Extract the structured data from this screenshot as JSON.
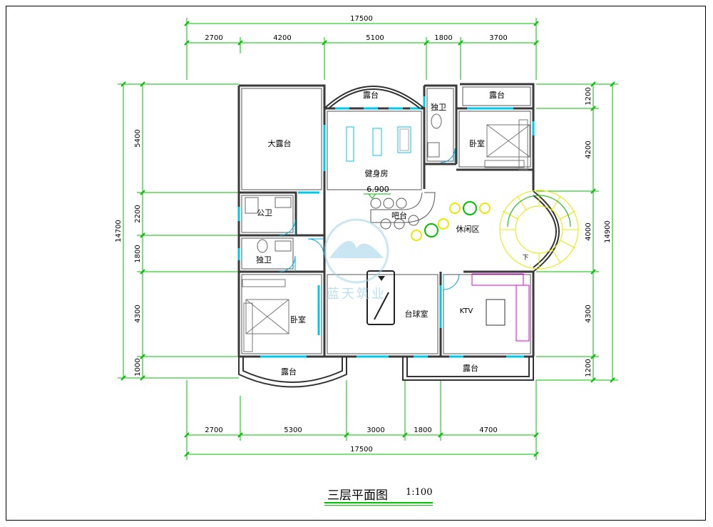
{
  "drawing": {
    "title": "三层平面图",
    "scale": "1:100",
    "elevation": "6.900",
    "watermark": "蓝天筑业"
  },
  "dimensions": {
    "top_total": "17500",
    "top_segments": [
      "2700",
      "4200",
      "5100",
      "1800",
      "3700"
    ],
    "bottom_total": "17500",
    "bottom_segments": [
      "2700",
      "5300",
      "3000",
      "1800",
      "4700"
    ],
    "left_total": "14700",
    "left_segments": [
      "5400",
      "2200",
      "1800",
      "4300",
      "1000"
    ],
    "right_total": "14900",
    "right_segments": [
      "1200",
      "4200",
      "4000",
      "4300",
      "1200"
    ]
  },
  "rooms": {
    "big_terrace": "大露台",
    "top_terrace_left": "露台",
    "top_terrace_right": "露台",
    "gym": "健身房",
    "private_bath_top": "独卫",
    "bedroom_top": "卧室",
    "public_bath": "公卫",
    "private_bath_left": "独卫",
    "bar": "吧台",
    "lounge": "休闲区",
    "stairs_down": "下",
    "bedroom_left": "卧室",
    "billiards": "台球室",
    "ktv": "KTV",
    "bottom_terrace_left": "露台",
    "bottom_terrace_right": "露台"
  },
  "colors": {
    "dimension": "#00c000",
    "wall": "#3a3a3a",
    "window": "#00c8e8",
    "stair": "#e8e800",
    "sofa": "#e000e0",
    "furniture_green": "#00c000",
    "watermark": "#9fd3ea"
  }
}
